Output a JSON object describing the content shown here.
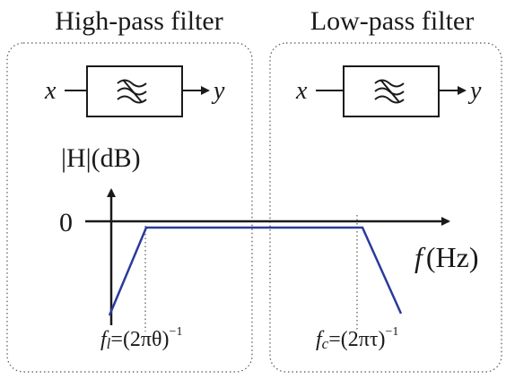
{
  "panels": {
    "high_pass": {
      "title": "High-pass filter",
      "input": "x",
      "output": "y"
    },
    "low_pass": {
      "title": "Low-pass filter",
      "input": "x",
      "output": "y"
    }
  },
  "plot": {
    "y_axis_label": "|H|(dB)",
    "zero_tick": "0",
    "x_axis_var": "f",
    "x_axis_unit": "(Hz)",
    "fl_symbol": "f",
    "fl_sub": "l",
    "fl_rhs": "=(2πθ)",
    "fl_exp": "−1",
    "fc_symbol": "f",
    "fc_sub": "c",
    "fc_rhs": "=(2πτ)",
    "fc_exp": "−1"
  },
  "colors": {
    "response": "#2b3a9c",
    "ink": "#1a1a1a",
    "border": "#555555"
  }
}
